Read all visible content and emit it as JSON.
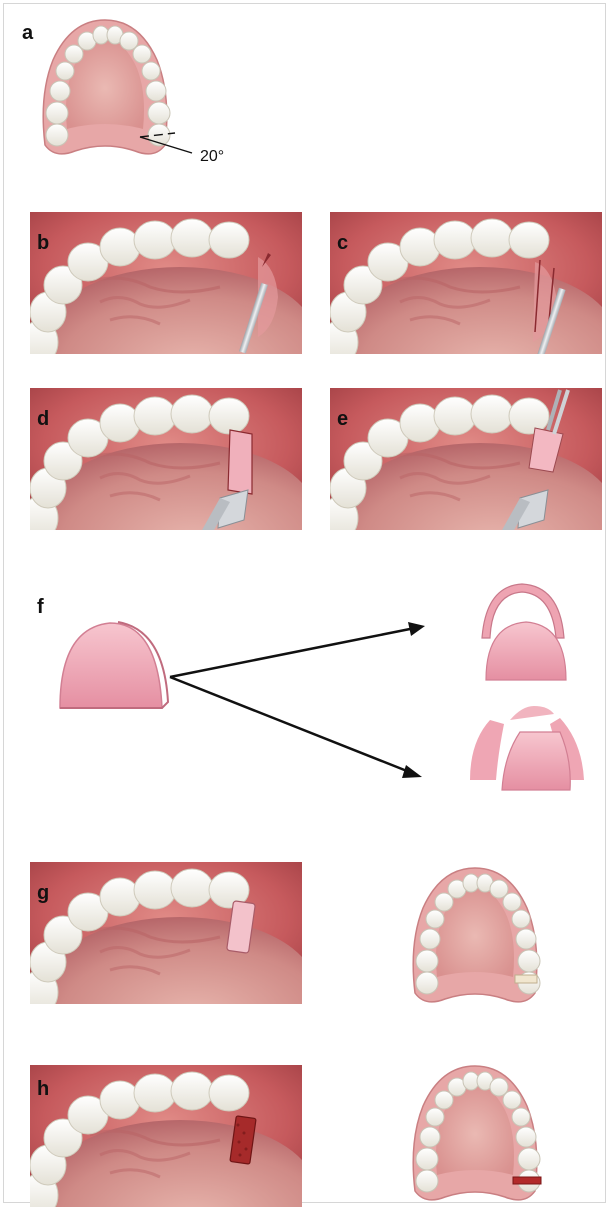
{
  "labels": {
    "a": "a",
    "b": "b",
    "c": "c",
    "d": "d",
    "e": "e",
    "f": "f",
    "g": "g",
    "h": "h"
  },
  "angle_text": "20°",
  "colors": {
    "gum": "#c85f62",
    "gum_dark": "#8f2f34",
    "palate": "#d98c8c",
    "tooth": "#f6f4ee",
    "graft": "#f0a7b5",
    "graft_dark_red": "#a62a2a",
    "instrument": "#c9ccd0"
  },
  "icons": [
    "maxillary-arch-icon",
    "scalpel-icon",
    "tweezers-icon",
    "tissue-graft-icon",
    "arrow-icon"
  ]
}
